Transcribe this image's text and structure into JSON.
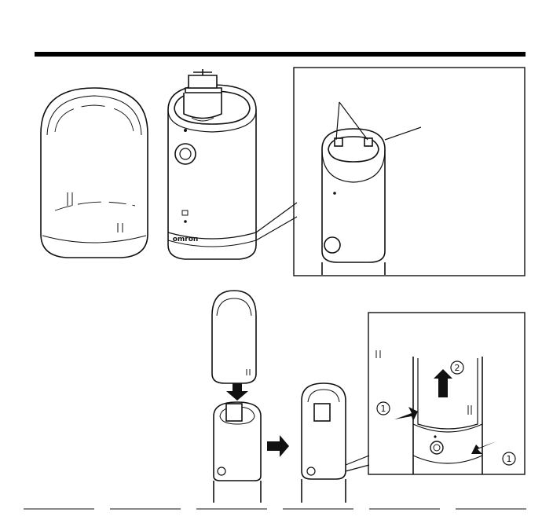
{
  "brand": {
    "logo_text": "omron"
  },
  "callouts": {
    "step_2_upper": "2",
    "step_1_left": "1",
    "step_1_right": "1"
  },
  "colors": {
    "ink": "#111111",
    "paper": "#ffffff",
    "rule": "#000000",
    "fill_light": "#f2f2f2"
  },
  "icons": [
    "power-icon",
    "arrow-down-icon",
    "arrow-right-icon",
    "arrow-up-icon",
    "arrow-left-icon",
    "mark-icon"
  ]
}
